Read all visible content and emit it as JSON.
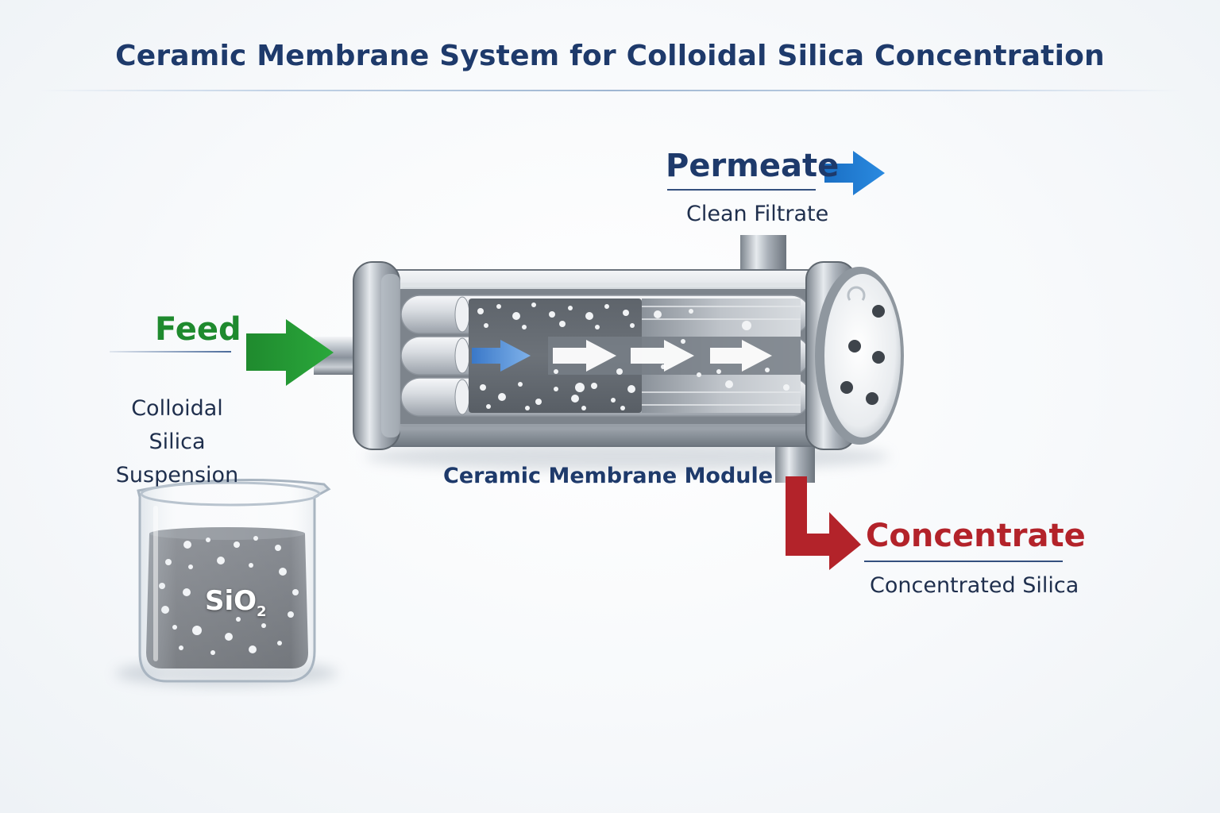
{
  "title": "Ceramic Membrane System for Colloidal Silica Concentration",
  "feed": {
    "label": "Feed",
    "description": "Colloidal Silica Suspension"
  },
  "permeate": {
    "label": "Permeate",
    "description": "Clean Filtrate"
  },
  "concentrate": {
    "label": "Concentrate",
    "description": "Concentrated Silica"
  },
  "module": {
    "label": "Ceramic Membrane Module"
  },
  "beaker": {
    "label_main": "SiO",
    "label_sub": "2"
  },
  "colors": {
    "feed": "#1f8a2e",
    "permeate": "#1a72c8",
    "concentrate": "#b3232a",
    "title": "#1e3a6b",
    "steel": "#9aa2ab"
  },
  "icons": [
    "feed-arrow-icon",
    "permeate-arrow-icon",
    "concentrate-arrow-icon",
    "flow-arrow-icon",
    "beaker-icon",
    "membrane-module-icon"
  ]
}
